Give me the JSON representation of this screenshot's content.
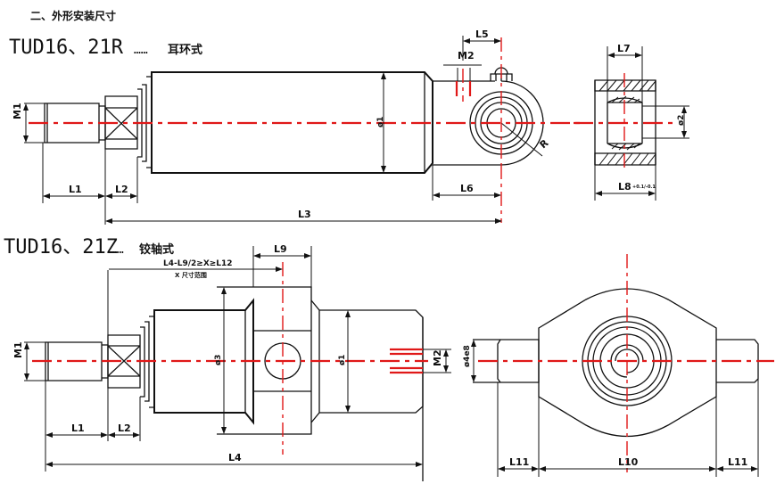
{
  "section_title": "二、外形安装尺寸",
  "model_r": {
    "code": "TUD16、21R",
    "dots": "……",
    "type": "耳环式"
  },
  "model_z": {
    "code": "TUD16、21Z",
    "dots": "……",
    "type": "铰轴式"
  },
  "dims_r": {
    "M1": "M1",
    "L1": "L1",
    "L2": "L2",
    "L3": "L3",
    "L5": "L5",
    "L6": "L6",
    "M2": "M2",
    "phi1": "ø1",
    "R": "R",
    "L7": "L7",
    "L8": "L8",
    "L8_tol": "+0.1/-0.1",
    "phi2": "ø2"
  },
  "dims_z": {
    "M1": "M1",
    "L1": "L1",
    "L2": "L2",
    "L4": "L4",
    "L9": "L9",
    "L12_formula": "L4-L9/2≥X≥L12",
    "L12_note": "X 尺寸范围",
    "phi3": "ø3",
    "phi1": "ø1",
    "M2": "M2",
    "phi4": "ø4e8",
    "L10": "L10",
    "L11_left": "L11",
    "L11_right": "L11"
  },
  "colors": {
    "line": "#111111",
    "centerline": "#e01818",
    "background": "#ffffff"
  }
}
